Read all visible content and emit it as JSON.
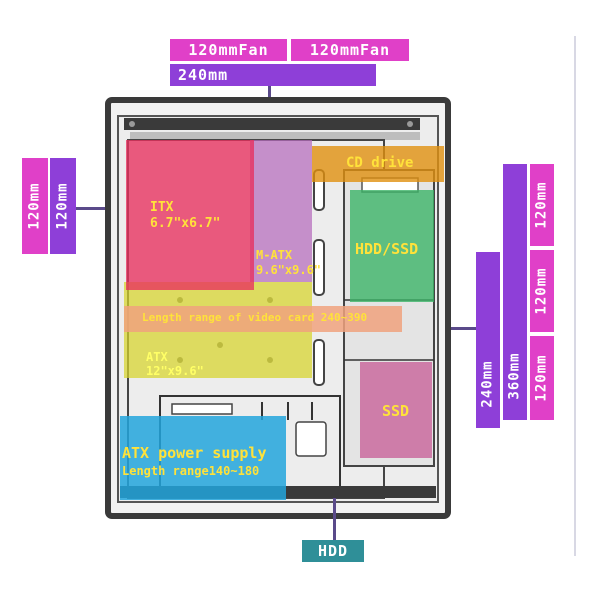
{
  "top_tags": {
    "fan1": "120mmFan",
    "fan2": "120mmFan",
    "rad": "240mm"
  },
  "left_tags": {
    "a": "120mm",
    "b": "120mm"
  },
  "right_tags": {
    "r240": "240mm",
    "r360": "360mm",
    "s1": "120mm",
    "s2": "120mm",
    "s3": "120mm"
  },
  "bottom_tag": "HDD",
  "zones": {
    "itx_title": "ITX",
    "itx_size": "6.7\"x6.7\"",
    "matx_title": "M-ATX",
    "matx_size": "9.6\"x9.6\"",
    "atx_title": "ATX",
    "atx_size": "12\"x9.6\"",
    "cd_drive": "CD drive",
    "hdd_ssd": "HDD/SSD",
    "ssd": "SSD",
    "video_card": "Length range of video card 240~390",
    "psu_title": "ATX power supply",
    "psu_length": "Length range140~180"
  },
  "colors": {
    "magenta": "#e040c8",
    "purple": "#8e3fd8",
    "teal": "#2f8f98",
    "itx_pink": "#e8305e",
    "matx_violet": "#b56bbd",
    "atx_yellow": "#d7d42a",
    "cd_orange": "#e0900f",
    "hdd_green": "#3cb468",
    "ssd_pink": "#c8639a",
    "video_peach": "#f0a27e",
    "psu_blue": "#22a4dc"
  }
}
